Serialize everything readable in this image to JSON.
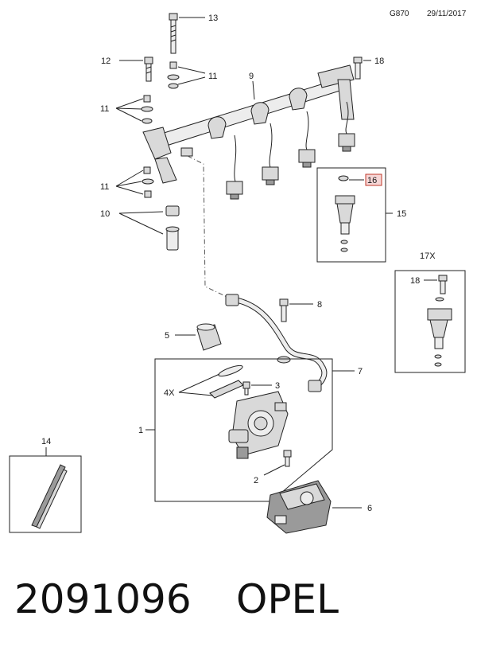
{
  "header": {
    "code": "G870",
    "date": "29/11/2017"
  },
  "callouts": {
    "c1": "1",
    "c2": "2",
    "c3": "3",
    "c4x": "4X",
    "c5": "5",
    "c6": "6",
    "c7": "7",
    "c8": "8",
    "c9": "9",
    "c10": "10",
    "c11a": "11",
    "c11b": "11",
    "c11c": "11",
    "c12": "12",
    "c13": "13",
    "c14": "14",
    "c15": "15",
    "c16": "16",
    "c17x": "17X",
    "c18a": "18",
    "c18b": "18"
  },
  "footer": {
    "part_number": "2091096",
    "brand": "OPEL"
  },
  "colors": {
    "highlight_fill": "#f6d6d6",
    "highlight_stroke": "#c0392b"
  }
}
